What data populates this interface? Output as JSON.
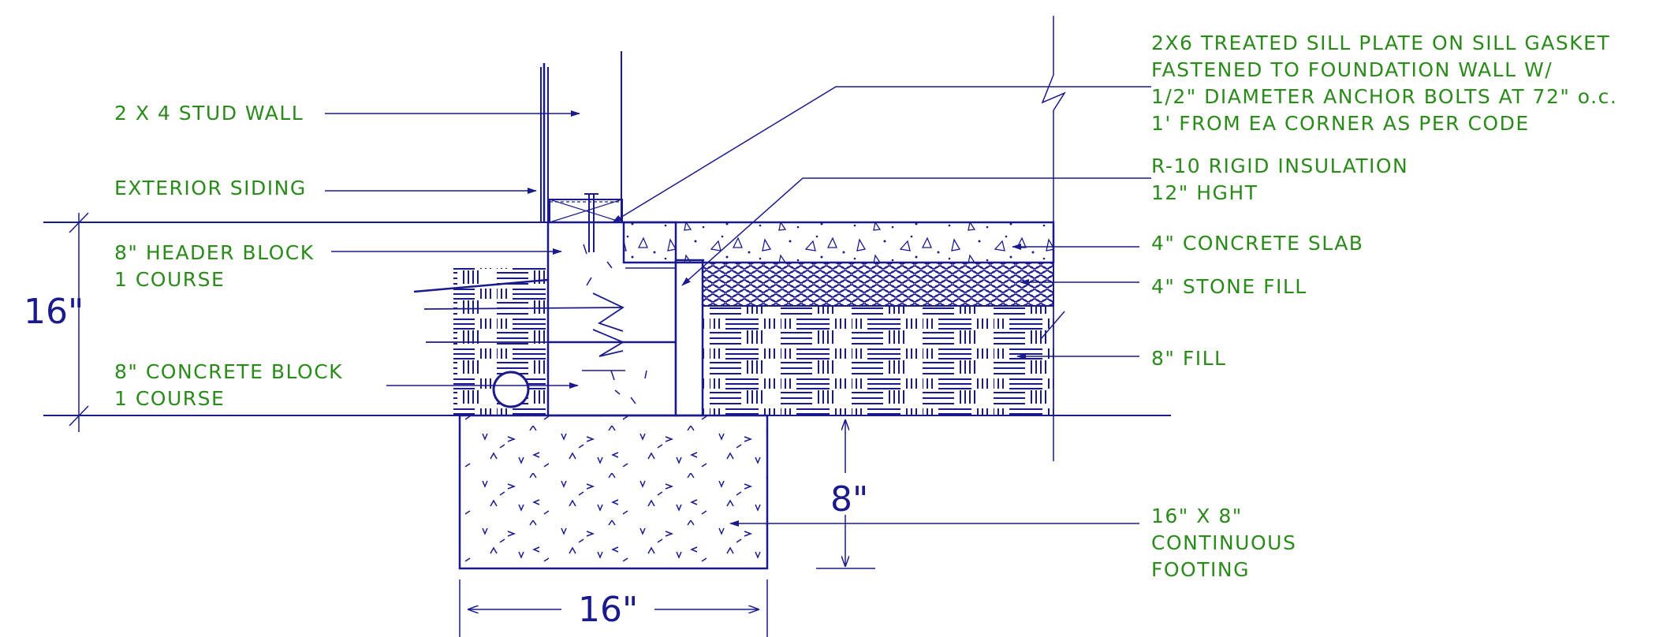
{
  "colors": {
    "linework": "#1a1a8c",
    "note_text": "#2a8a1a",
    "background": "#ffffff"
  },
  "callouts": {
    "stud_wall": [
      "2 X 4 STUD WALL"
    ],
    "siding": [
      "EXTERIOR SIDING"
    ],
    "header_block": [
      "8\" HEADER BLOCK",
      "1 COURSE"
    ],
    "concrete_block": [
      "8\" CONCRETE BLOCK",
      "1 COURSE"
    ],
    "sill_plate": [
      "2X6 TREATED SILL PLATE ON SILL GASKET",
      "FASTENED TO FOUNDATION WALL W/",
      "1/2\" DIAMETER ANCHOR BOLTS AT 72\" o.c.",
      "1' FROM EA CORNER AS PER CODE"
    ],
    "insulation": [
      "R-10 RIGID INSULATION",
      "12\" HGHT"
    ],
    "slab": [
      "4\" CONCRETE SLAB"
    ],
    "stone_fill": [
      "4\" STONE FILL"
    ],
    "fill": [
      "8\" FILL"
    ],
    "footing": [
      "16\" X 8\"",
      "CONTINUOUS",
      "FOOTING"
    ]
  },
  "dimensions": {
    "wall_height": "16\"",
    "footing_depth": "8\"",
    "footing_width": "16\""
  }
}
